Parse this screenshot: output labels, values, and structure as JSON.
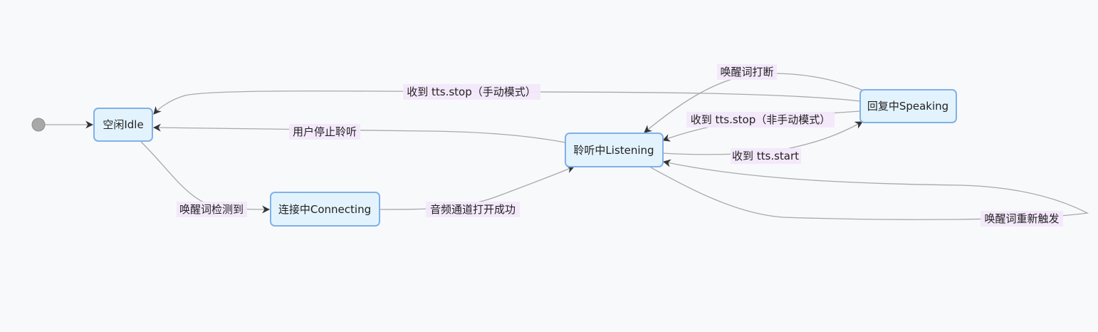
{
  "colors": {
    "node_fill": "#e3f3fd",
    "node_border": "#7fb1e8",
    "edge": "#a9a9a9",
    "label_bg": "#f3e8fb",
    "arrow": "#333333"
  },
  "states": {
    "idle": "空闲Idle",
    "connecting": "连接中Connecting",
    "listening": "聆听中Listening",
    "speaking": "回复中Speaking"
  },
  "transitions": {
    "wake_detected": "唤醒词检测到",
    "audio_open": "音频通道打开成功",
    "user_stop": "用户停止聆听",
    "tts_stop_manual": "收到 tts.stop（手动模式）",
    "tts_start": "收到 tts.start",
    "tts_stop_non_manual": "收到 tts.stop（非手动模式）",
    "wake_interrupt": "唤醒词打断",
    "wake_retrigger": "唤醒词重新触发"
  }
}
